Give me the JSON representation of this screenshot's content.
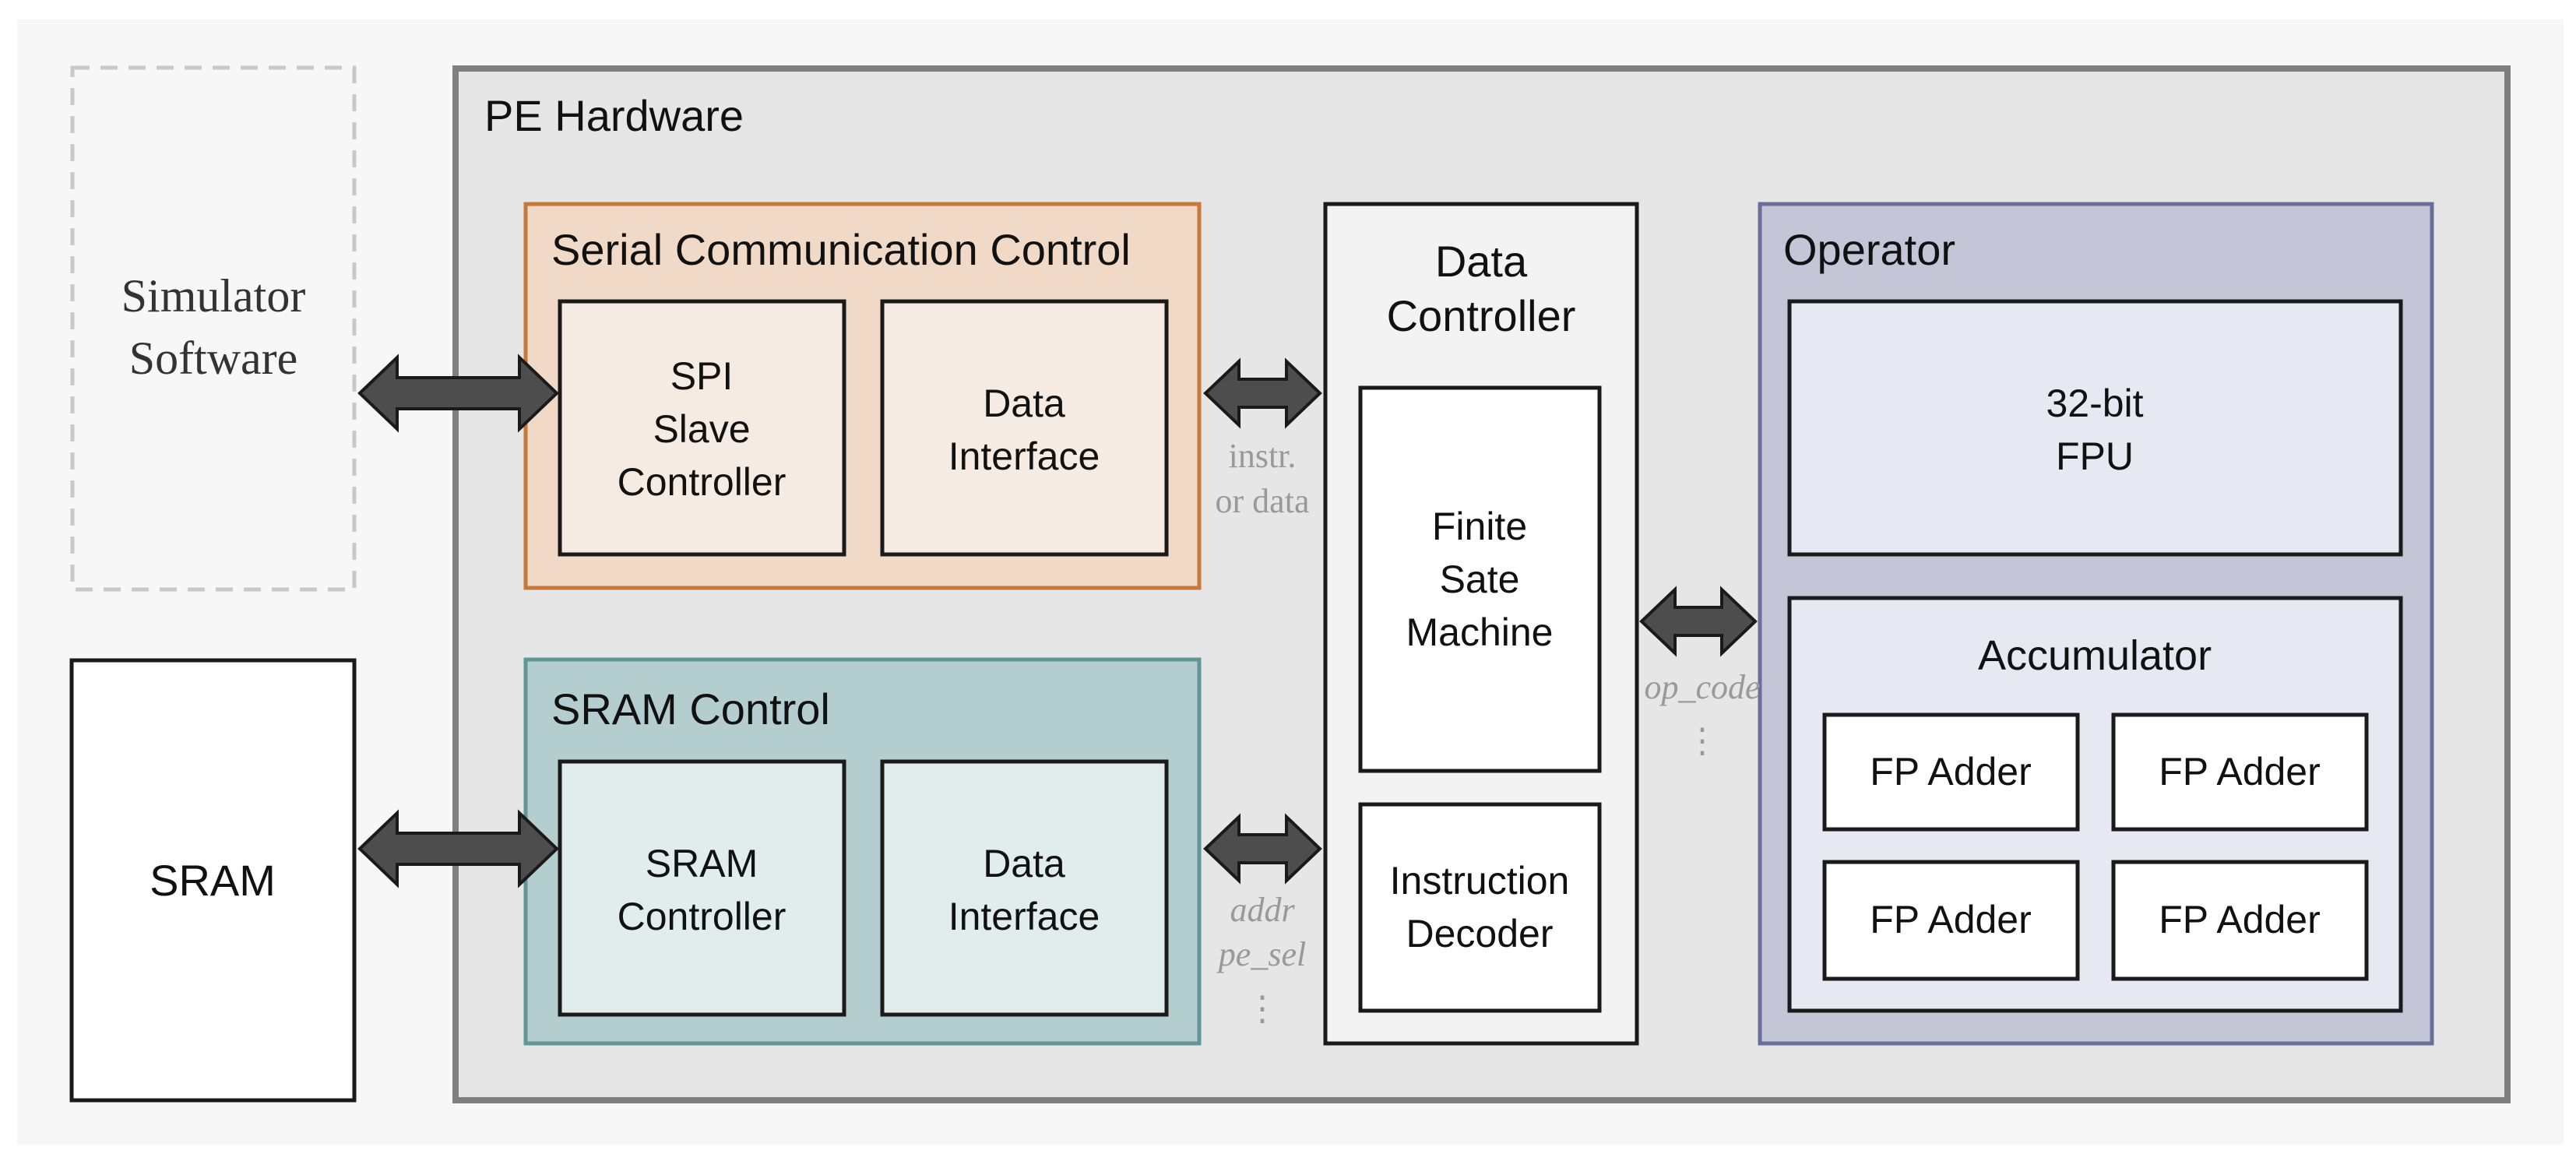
{
  "simulator": {
    "line1": "Simulator",
    "line2": "Software"
  },
  "sram": {
    "label": "SRAM"
  },
  "pe": {
    "title": "PE Hardware"
  },
  "serial": {
    "title": "Serial Communication Control",
    "spi": [
      "SPI",
      "Slave",
      "Controller"
    ],
    "data_interface": [
      "Data",
      "Interface"
    ]
  },
  "sram_control": {
    "title": "SRAM Control",
    "controller": [
      "SRAM",
      "Controller"
    ],
    "data_interface": [
      "Data",
      "Interface"
    ]
  },
  "data_controller": {
    "title": [
      "Data",
      "Controller"
    ],
    "fsm": [
      "Finite",
      "Sate",
      "Machine"
    ],
    "decoder": [
      "Instruction",
      "Decoder"
    ]
  },
  "operator": {
    "title": "Operator",
    "fpu": [
      "32-bit",
      "FPU"
    ],
    "accumulator": "Accumulator",
    "adders": [
      "FP Adder",
      "FP Adder",
      "FP Adder",
      "FP Adder"
    ]
  },
  "signals": {
    "serial": [
      "instr.",
      "or data"
    ],
    "sram": [
      "addr",
      "pe_sel",
      "⋮"
    ],
    "operator": [
      "op_code",
      "⋮"
    ]
  },
  "colors": {
    "outer_bg": "#f7f7f7",
    "pe_bg": "#e6e6e6",
    "pe_border": "#7f7f7f",
    "serial_bg": "#f0d9c7",
    "serial_border": "#c8793a",
    "serial_inner": "#f6ebe2",
    "sram_ctrl_bg": "#b4cecf",
    "sram_ctrl_border": "#5f9797",
    "sram_ctrl_inner": "#e1ecec",
    "operator_bg": "#c4c6d8",
    "operator_border": "#6a6f9a",
    "operator_inner": "#e7e8f1",
    "arrow": "#4d4d4d",
    "signal_text": "#999999"
  }
}
